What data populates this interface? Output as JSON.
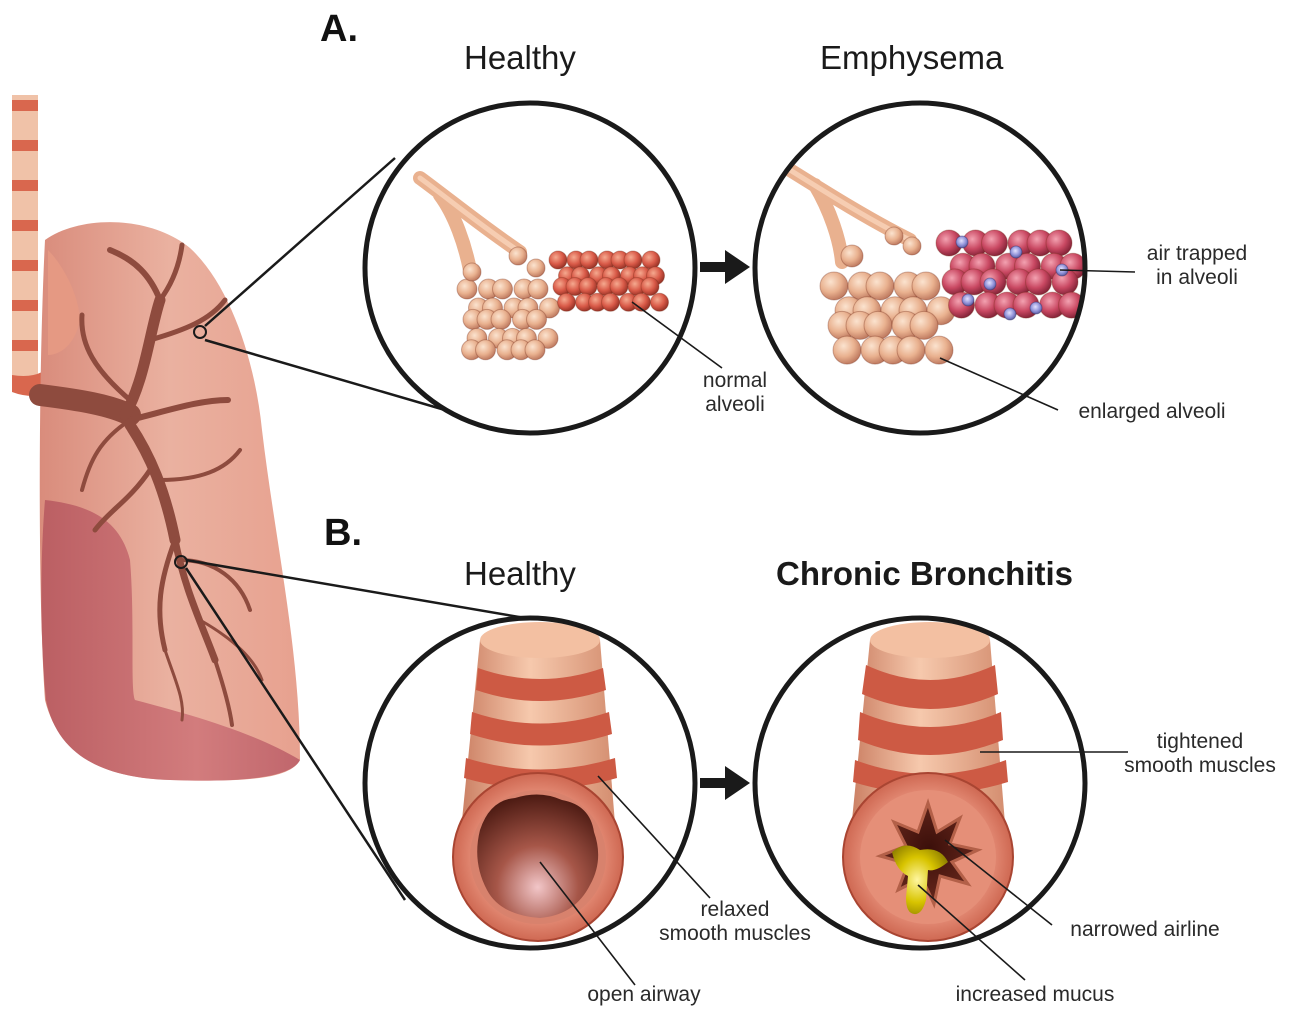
{
  "sections": {
    "a": {
      "label": "A.",
      "healthy_title": "Healthy",
      "disease_title": "Emphysema",
      "callouts": {
        "normal_alveoli": "normal\nalveoli",
        "enlarged_alveoli": "enlarged alveoli",
        "air_trapped": "air trapped\nin alveoli"
      }
    },
    "b": {
      "label": "B.",
      "healthy_title": "Healthy",
      "disease_title": "Chronic Bronchitis",
      "callouts": {
        "relaxed_muscles": "relaxed\nsmooth muscles",
        "open_airway": "open airway",
        "tightened_muscles": "tightened\nsmooth muscles",
        "narrowed_airline": "narrowed airline",
        "increased_mucus": "increased mucus"
      }
    }
  },
  "colors": {
    "lung_light": "#e8a892",
    "lung_dark": "#c96f73",
    "bronchi": "#8e4b3e",
    "alveoli_healthy": "#e9b18f",
    "alveoli_red": "#d95a48",
    "alveoli_trapped": "#c94862",
    "trapped_air": "#7d7fc7",
    "airway_ring": "#cd5a44",
    "airway_tube": "#e9a886",
    "mucus": "#d8c400",
    "outline": "#1a1a1a"
  }
}
